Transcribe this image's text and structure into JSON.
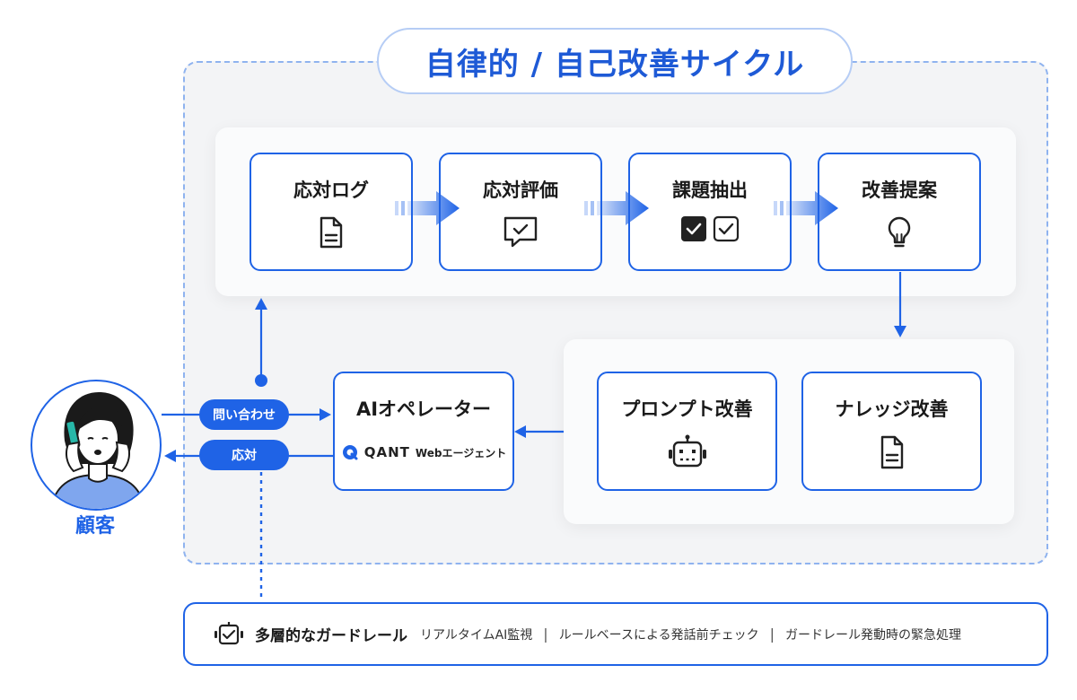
{
  "cycle": {
    "title": "自律的 / 自己改善サイクル"
  },
  "steps": [
    {
      "label": "応対ログ",
      "icon": "document-icon"
    },
    {
      "label": "応対評価",
      "icon": "chat-check-icon"
    },
    {
      "label": "課題抽出",
      "icon": "checkbox-icon"
    },
    {
      "label": "改善提案",
      "icon": "lightbulb-icon"
    }
  ],
  "ai_operator": {
    "label": "AIオペレーター",
    "brand_name": "QANT",
    "brand_sub": "Webエージェント"
  },
  "improvements": [
    {
      "label": "プロンプト改善",
      "icon": "robot-icon"
    },
    {
      "label": "ナレッジ改善",
      "icon": "document-icon"
    }
  ],
  "customer": {
    "label": "顧客"
  },
  "pills": {
    "inquiry": "問い合わせ",
    "response": "応対"
  },
  "guardrail": {
    "title": "多層的なガードレール",
    "items": [
      "リアルタイムAI監視",
      "ルールベースによる発話前チェック",
      "ガードレール発動時の緊急処理"
    ],
    "separator": "|"
  },
  "colors": {
    "accent": "#1f63e6",
    "region_bg": "#f3f4f6",
    "dashed_border": "#8fb3ef"
  }
}
